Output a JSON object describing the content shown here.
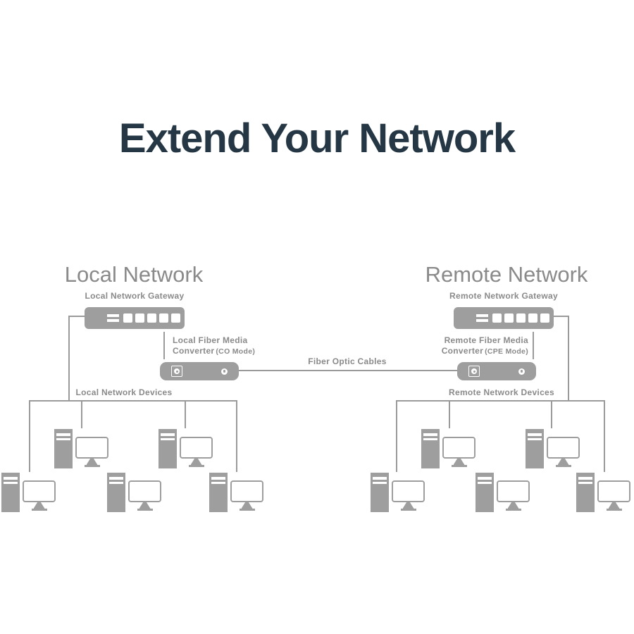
{
  "page": {
    "title": "Extend Your Network"
  },
  "colors": {
    "title_text": "#253745",
    "diagram_text": "#8a8a8a",
    "device_fill": "#9e9e9e",
    "connector_line": "#9a9a9a",
    "background": "#ffffff"
  },
  "fiber_link": {
    "label": "Fiber Optic Cables"
  },
  "local_network": {
    "heading": "Local Network",
    "gateway_label": "Local Network Gateway",
    "converter_label_line1": "Local Fiber Media",
    "converter_label_line2": "Converter",
    "converter_mode": "(CO Mode)",
    "devices_label": "Local Network Devices",
    "device_count": 5
  },
  "remote_network": {
    "heading": "Remote Network",
    "gateway_label": "Remote Network Gateway",
    "converter_label_line1": "Remote Fiber Media",
    "converter_label_line2": "Converter",
    "converter_mode": "(CPE Mode)",
    "devices_label": "Remote Network Devices",
    "device_count": 5
  },
  "icons": {
    "gateway": "ethernet-switch-with-led-and-5-ports",
    "converter": "fiber-media-converter-box",
    "device": "desktop-computer-tower-and-monitor"
  }
}
